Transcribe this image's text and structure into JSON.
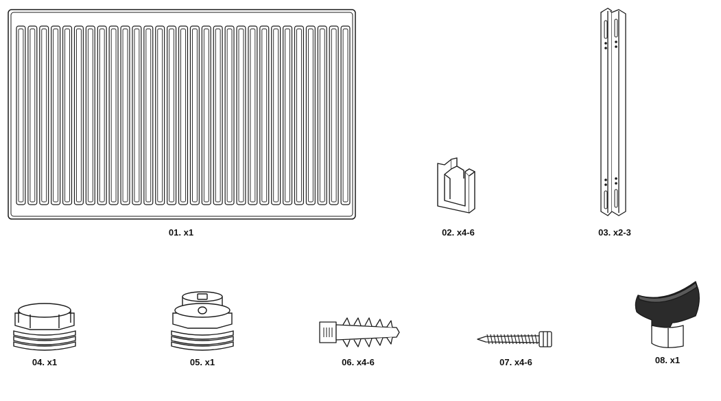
{
  "parts": [
    {
      "id": "01",
      "label": "01. x1",
      "icon": "radiator-panel-icon"
    },
    {
      "id": "02",
      "label": "02. x4-6",
      "icon": "spacer-clip-icon"
    },
    {
      "id": "03",
      "label": "03. x2-3",
      "icon": "mounting-bracket-icon"
    },
    {
      "id": "04",
      "label": "04. x1",
      "icon": "blanking-plug-icon"
    },
    {
      "id": "05",
      "label": "05. x1",
      "icon": "air-vent-plug-icon"
    },
    {
      "id": "06",
      "label": "06. x4-6",
      "icon": "wall-plug-icon"
    },
    {
      "id": "07",
      "label": "07. x4-6",
      "icon": "screw-icon"
    },
    {
      "id": "08",
      "label": "08. x1",
      "icon": "bleed-key-icon"
    }
  ],
  "colors": {
    "line": "#1a1a1a",
    "fill": "#ffffff",
    "dark": "#2b2b2b"
  }
}
